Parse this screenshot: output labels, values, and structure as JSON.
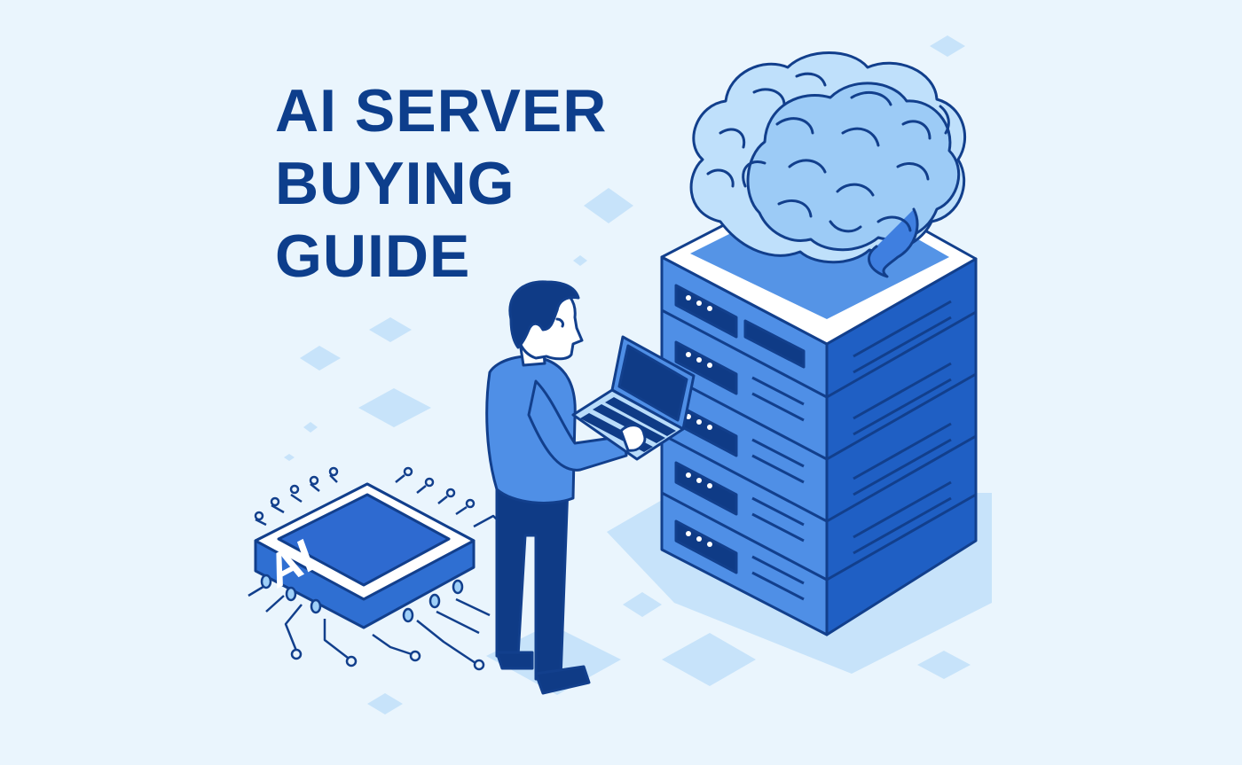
{
  "title": {
    "line1": "AI SERVER",
    "line2": "BUYING",
    "line3": "GUIDE"
  },
  "chip": {
    "label": "AI"
  },
  "colors": {
    "background": "#eaf5fd",
    "navy": "#0d3e8c",
    "outline": "#123f8c",
    "blue": "#3f7fe0",
    "light_blue": "#b9dcfa",
    "pale_blue": "#cfe7fb"
  }
}
